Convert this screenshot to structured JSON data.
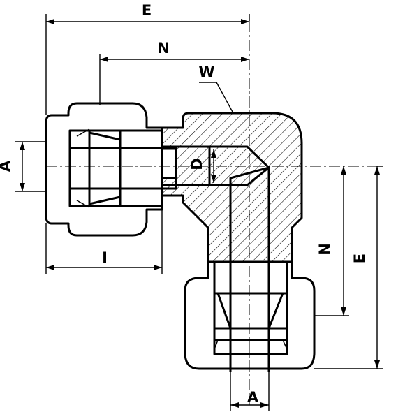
{
  "drawing": {
    "subject": "elbow compression fitting cross-section",
    "colors": {
      "line": "#000000",
      "background": "#ffffff"
    },
    "dimension_labels": {
      "E_top": "E",
      "N_top": "N",
      "W": "W",
      "D": "D",
      "A_left": "A",
      "I": "I",
      "N_right": "N",
      "E_right": "E",
      "A_bottom": "A"
    }
  }
}
